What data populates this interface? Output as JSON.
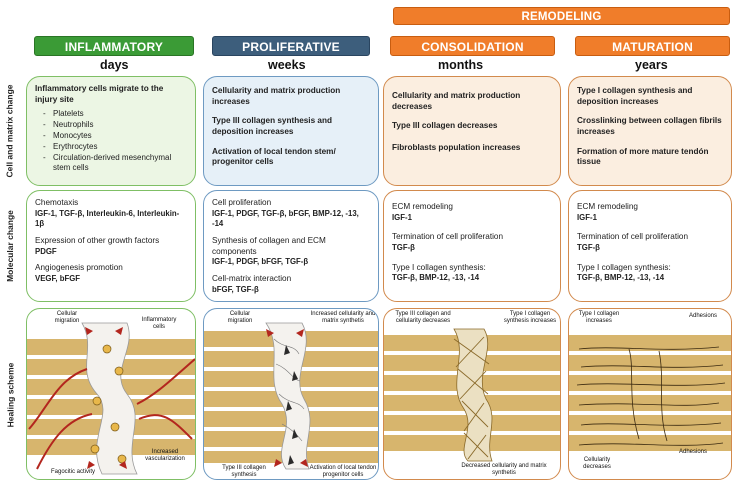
{
  "banners": {
    "remodeling": "REMODELING",
    "inflammatory": "INFLAMMATORY",
    "proliferative": "PROLIFERATIVE",
    "consolidation": "CONSOLIDATION",
    "maturation": "MATURATION"
  },
  "timescales": {
    "inflammatory": "days",
    "proliferative": "weeks",
    "consolidation": "months",
    "maturation": "years"
  },
  "row_labels": {
    "cell": "Cell and matrix change",
    "molecular": "Molecular change",
    "healing": "Healing scheme"
  },
  "cell_change": {
    "inflammatory": {
      "title": "Inflammatory cells migrate to the injury site",
      "items": [
        "Platelets",
        "Neutrophils",
        "Monocytes",
        "Erythrocytes",
        "Circulation-derived mesenchymal stem cells"
      ]
    },
    "proliferative": [
      "Cellularity and matrix production increases",
      "Type III collagen synthesis and deposition increases",
      "Activation of local tendon stem/ progenitor cells"
    ],
    "consolidation": [
      "Cellularity and matrix production decreases",
      "Type III collagen decreases",
      "Fibroblasts population increases"
    ],
    "maturation": [
      "Type I collagen synthesis and deposition increases",
      "Crosslinking between collagen fibrils increases",
      "Formation of more mature tendón tissue"
    ]
  },
  "molecular": {
    "inflammatory": [
      {
        "label": "Chemotaxis",
        "factors": "IGF-1, TGF-β, Interleukin-6, Interleukin-1β"
      },
      {
        "label": "Expression of other growth factors",
        "factors": "PDGF"
      },
      {
        "label": "Angiogenesis promotion",
        "factors": "VEGF, bFGF"
      }
    ],
    "proliferative": [
      {
        "label": "Cell proliferation",
        "factors": "IGF-1, PDGF, TGF-β, bFGF, BMP-12, -13, -14"
      },
      {
        "label": "Synthesis of collagen and ECM components",
        "factors": "IGF-1, PDGF, bFGF, TGF-β"
      },
      {
        "label": "Cell-matrix interaction",
        "factors": "bFGF, TGF-β"
      }
    ],
    "consolidation": [
      {
        "label": "ECM remodeling",
        "factors": "IGF-1"
      },
      {
        "label": "Termination of cell proliferation",
        "factors": "TGF-β"
      },
      {
        "label": "Type I collagen synthesis:",
        "factors": "TGF-β, BMP-12, -13, -14"
      }
    ],
    "maturation": [
      {
        "label": "ECM remodeling",
        "factors": "IGF-1"
      },
      {
        "label": "Termination of cell proliferation",
        "factors": "TGF-β"
      },
      {
        "label": "Type I collagen synthesis:",
        "factors": "TGF-β, BMP-12, -13, -14"
      }
    ]
  },
  "scheme_annotations": {
    "inflammatory": {
      "cellular_migration": "Cellular migration",
      "inflammatory_cells": "Inflammatory cells",
      "increased_vascularization": "Increased vascularization",
      "fagocitic_activity": "Fagocitic activity"
    },
    "proliferative": {
      "cellular_migration": "Cellular migration",
      "increased_cellularity": "Increased cellularity and matrix synthetis",
      "type_iii_synthesis": "Type III collagen synthesis",
      "activation_progenitor": "Activation of local tendon progenitor cells"
    },
    "consolidation": {
      "type_iii_decreases": "Type III collagen and cellularity decreases",
      "type_i_increases": "Type I collagen synthesis increases",
      "decreased_cellularity": "Decreased cellularity and matrix synthetis"
    },
    "maturation": {
      "type_i_collagen": "Type I collagen increases",
      "adhesions_top": "Adhesions",
      "adhesions_bottom": "Adhesions",
      "cellularity_decreases": "Cellularity decreases"
    }
  },
  "colors": {
    "green": "#3b9b36",
    "blue": "#3d5e7c",
    "orange": "#f07d2a",
    "tendon": "#d7b56d",
    "vessel": "#b3261e"
  }
}
